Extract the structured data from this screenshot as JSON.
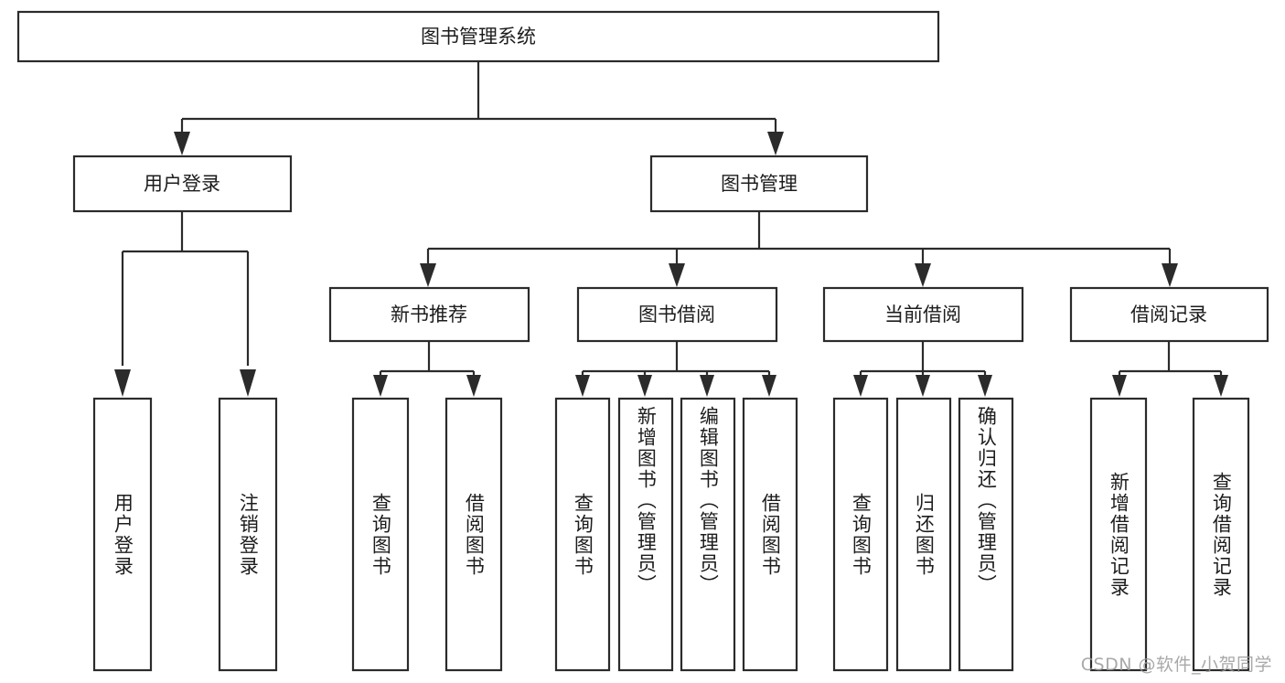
{
  "diagram": {
    "type": "tree",
    "title": "图书管理系统",
    "orientation": "top-down",
    "colors": {
      "box_stroke": "#2b2b2b",
      "box_fill": "#ffffff",
      "text": "#1c1c1c",
      "connector": "#2b2b2b",
      "watermark": "#9a9a9a",
      "background": "#ffffff"
    },
    "root": {
      "label": "图书管理系统"
    },
    "level2": [
      {
        "label": "用户登录"
      },
      {
        "label": "图书管理"
      }
    ],
    "level3": [
      {
        "label": "新书推荐"
      },
      {
        "label": "图书借阅"
      },
      {
        "label": "当前借阅"
      },
      {
        "label": "借阅记录"
      }
    ],
    "leaves": {
      "user_login": [
        {
          "label": "用户登录"
        },
        {
          "label": "注销登录"
        }
      ],
      "new_book_recommend": [
        {
          "label": "查询图书"
        },
        {
          "label": "借阅图书"
        }
      ],
      "book_borrow": [
        {
          "label": "查询图书"
        },
        {
          "label": "新增图书（管理员）"
        },
        {
          "label": "编辑图书（管理员）"
        },
        {
          "label": "借阅图书"
        }
      ],
      "current_borrow": [
        {
          "label": "查询图书"
        },
        {
          "label": "归还图书"
        },
        {
          "label": "确认归还（管理员）"
        }
      ],
      "borrow_record": [
        {
          "label": "新增借阅记录"
        },
        {
          "label": "查询借阅记录"
        }
      ]
    }
  },
  "watermark": {
    "text": "CSDN @软件_小贺同学"
  }
}
